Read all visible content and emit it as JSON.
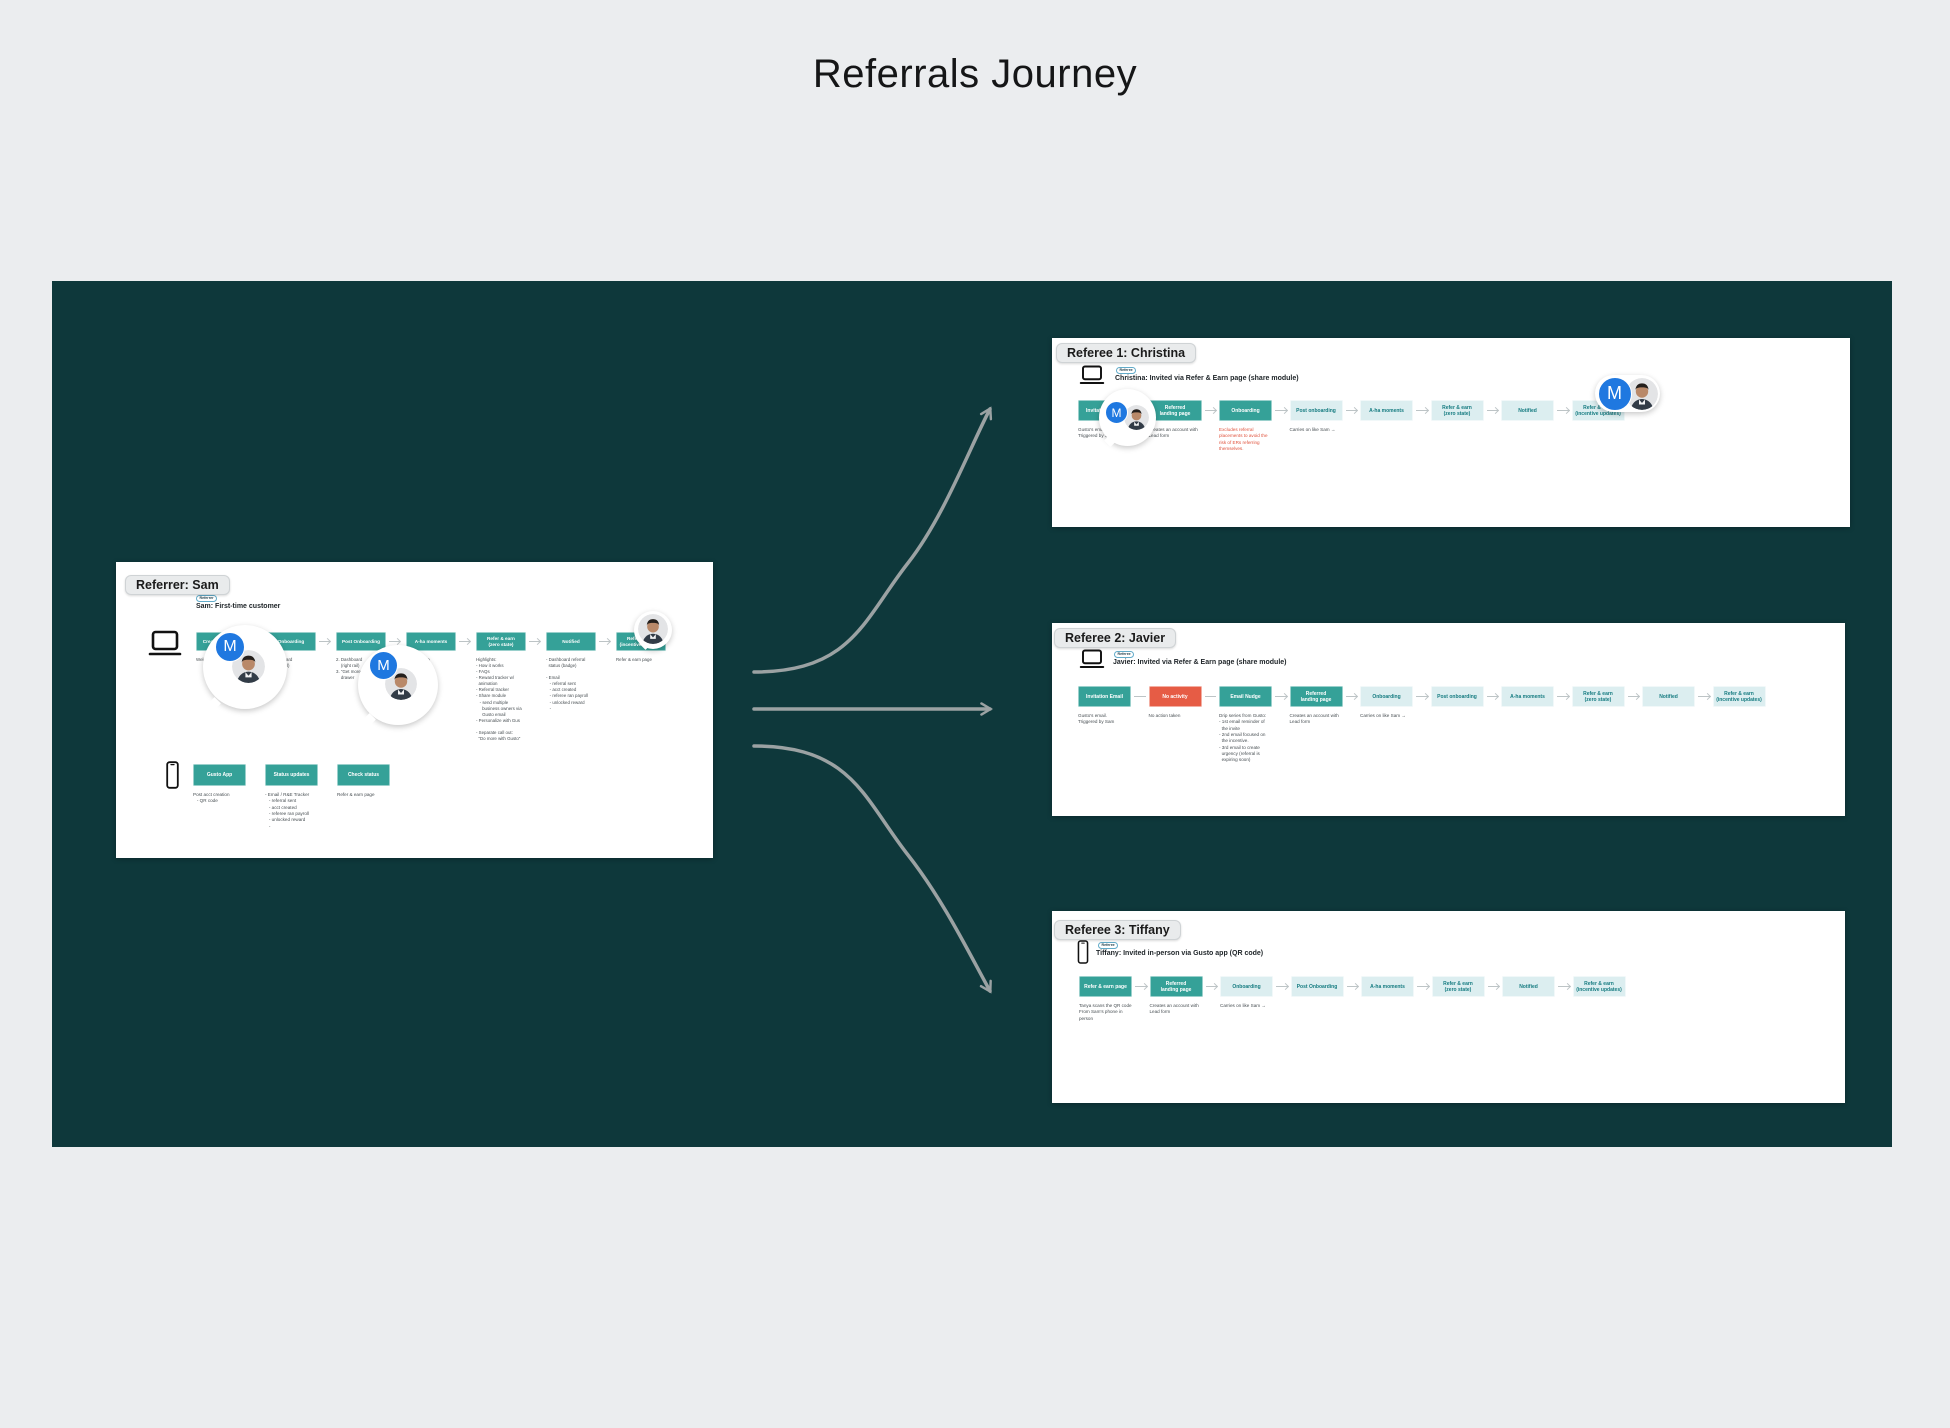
{
  "title": "Referrals Journey",
  "colors": {
    "canvas": "#0e383b",
    "accent_teal": "#35a198",
    "light_step": "#dceef0",
    "alert_red": "#e65c45",
    "warning_text": "#e0523c",
    "arrow_gray": "#9ba2a3",
    "avatar_blue": "#1f78e0"
  },
  "avatars": {
    "m_initial": "M"
  },
  "referrer_card": {
    "label": "Referrer: Sam",
    "tag": "Referrer",
    "heading": "Sam: First-time customer",
    "device": "laptop-icon",
    "flow": [
      {
        "label": "Creates account",
        "note": "Welcome …"
      },
      {
        "label": "Onboarding",
        "note": "1. Dashboard\n    (right rail)"
      },
      {
        "label": "Post Onboarding",
        "note": "2. Dashboard\n    (right rail)\n3. \"Get more\"\n    drawer"
      },
      {
        "label": "A-ha moments",
        "note": "…nfirmation\n…w icon\n\n…onf\n…s email\n…mepage\n…ge)"
      },
      {
        "label": "Refer & earn\n(zero state)",
        "note": "Highlights:\n- How it works\n- FAQs\n- Reward tracker w/\n  animation\n- Referral tracker\n- Share module\n   - send multiple\n     business owners via\n     Gusto email\n- Personalize with Gus\n\n- Separate call out:\n  \"Do more with Gusto\""
      },
      {
        "label": "Notified",
        "note": "- Dashboard referral\n  status (badge)\n\n- Email\n   - referral sent\n   - acct created\n   - referee ran payroll\n   - unlocked reward\n   -"
      },
      {
        "label": "Refer & earn\n(incentive updates)",
        "note": "Refer & earn page"
      }
    ],
    "app_flow": [
      {
        "label": "Gusto App",
        "note": "Post acct creation\n   - QR code"
      },
      {
        "label": "Status updates",
        "note": "- Email / R&E Tracker\n   - referral sent\n   - acct created\n   - referee ran payroll\n   - unlocked reward\n   -"
      },
      {
        "label": "Check status",
        "note": "Refer & earn page"
      }
    ]
  },
  "referee_cards": [
    {
      "label": "Referee 1: Christina",
      "tag": "Referee",
      "heading": "Christina: Invited via Refer & Earn page (share module)",
      "device": "laptop-icon",
      "flow": [
        {
          "label": "Invitation Email",
          "note": "Gusto's email.\nTriggered by Sam"
        },
        {
          "label": "Referred\nlanding page",
          "note": "Creates an account with\nLead form"
        },
        {
          "label": "Onboarding",
          "note": "Excludes referral\nplacements to avoid the\nrisk of ERs referring\nthemselves."
        },
        {
          "label": "Post onboarding",
          "note": "Carries on like Sam →"
        },
        {
          "label": "A-ha moments",
          "note": ""
        },
        {
          "label": "Refer & earn\n(zero state)",
          "note": ""
        },
        {
          "label": "Notified",
          "note": ""
        },
        {
          "label": "Refer & earn\n(incentive updates)",
          "note": ""
        }
      ]
    },
    {
      "label": "Referee 2: Javier",
      "tag": "Referee",
      "heading": "Javier: Invited via Refer & Earn page (share module)",
      "device": "laptop-icon",
      "flow": [
        {
          "label": "Invitation Email",
          "note": "Gusto's email.\nTriggered by Sam"
        },
        {
          "label": "No activity",
          "note": "No action taken"
        },
        {
          "label": "Email Nudge",
          "note": "Drip series from Gusto:\n- 1st email reminder of\n  the invite\n- 2nd email focused on\n  the incentive.\n- 3rd email to create\n  urgency (referral is\n  expiring soon)"
        },
        {
          "label": "Referred\nlanding page",
          "note": "Creates an account with\nLead form"
        },
        {
          "label": "Onboarding",
          "note": "Carries on like Sam →"
        },
        {
          "label": "Post onboarding",
          "note": ""
        },
        {
          "label": "A-ha moments",
          "note": ""
        },
        {
          "label": "Refer & earn\n(zero state)",
          "note": ""
        },
        {
          "label": "Notified",
          "note": ""
        },
        {
          "label": "Refer & earn\n(incentive updates)",
          "note": ""
        }
      ]
    },
    {
      "label": "Referee 3: Tiffany",
      "tag": "Referee",
      "heading": "Tiffany: Invited in-person via Gusto app (QR code)",
      "device": "phone-icon",
      "flow": [
        {
          "label": "Refer & earn page",
          "note": "Tanya scans the QR code\nFrom Sam's phone in\nperson"
        },
        {
          "label": "Referred\nlanding page",
          "note": "Creates an account with\nLead form"
        },
        {
          "label": "Onboarding",
          "note": "Carries on like Sam →"
        },
        {
          "label": "Post Onboarding",
          "note": ""
        },
        {
          "label": "A-ha moments",
          "note": ""
        },
        {
          "label": "Refer & earn\n(zero state)",
          "note": ""
        },
        {
          "label": "Notified",
          "note": ""
        },
        {
          "label": "Refer & earn\n(incentive updates)",
          "note": ""
        }
      ]
    }
  ]
}
